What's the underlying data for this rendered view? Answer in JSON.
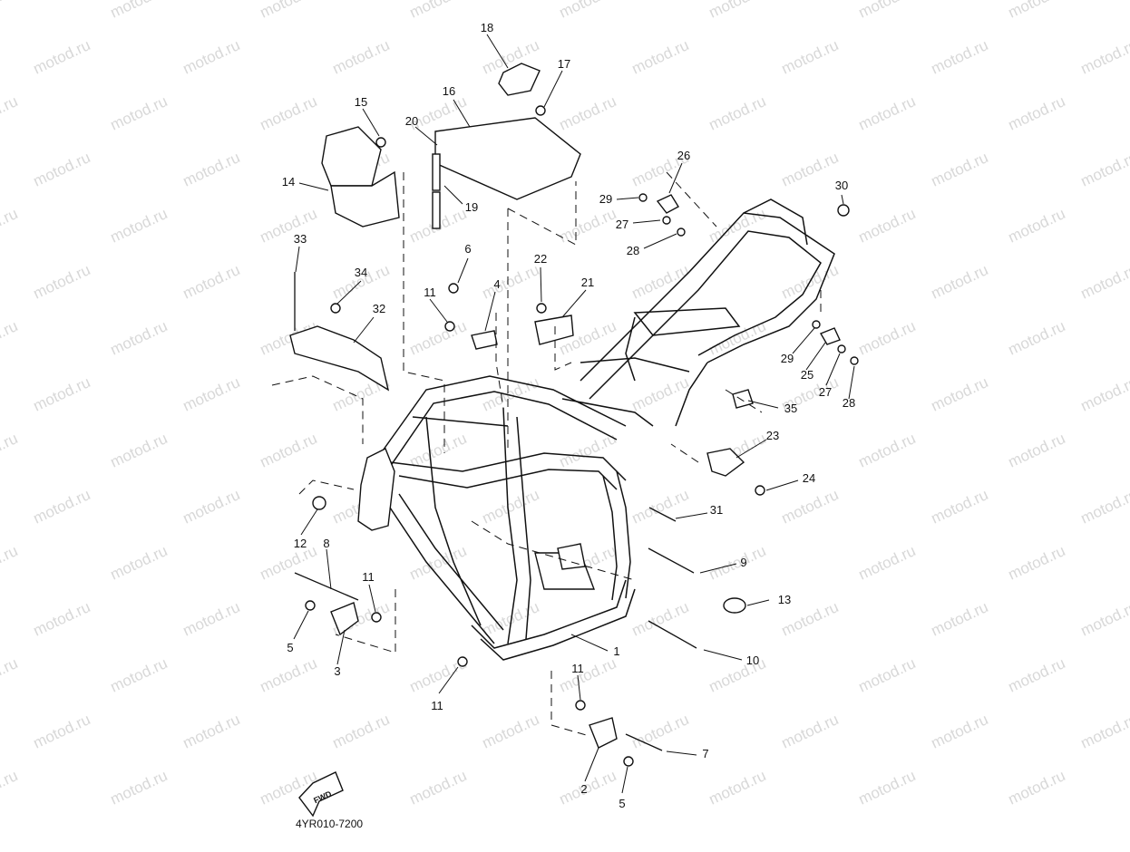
{
  "watermark": "motod.ru",
  "diagram_code": "4YR010-7200",
  "fwd_label": "FWD",
  "callouts": [
    "18",
    "17",
    "16",
    "15",
    "20",
    "14",
    "19",
    "26",
    "29",
    "27",
    "28",
    "30",
    "33",
    "6",
    "22",
    "34",
    "11",
    "4",
    "21",
    "32",
    "29",
    "25",
    "27",
    "28",
    "35",
    "23",
    "24",
    "12",
    "31",
    "8",
    "9",
    "11",
    "13",
    "5",
    "3",
    "1",
    "10",
    "11",
    "11",
    "7",
    "2",
    "5"
  ]
}
